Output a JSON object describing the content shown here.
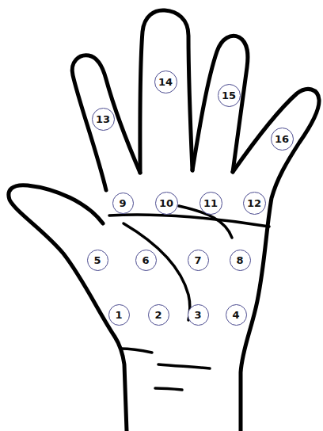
{
  "diagram": {
    "nodes": [
      {
        "text": [
          "14"
        ]
      },
      {
        "text": [
          "15"
        ]
      },
      {
        "text": [
          "13"
        ]
      },
      {
        "text": [
          "16"
        ]
      },
      {
        "text": [
          "9"
        ]
      },
      {
        "text": [
          "10"
        ]
      },
      {
        "text": [
          "11"
        ]
      },
      {
        "text": [
          "12"
        ]
      },
      {
        "text": [
          "5"
        ]
      },
      {
        "text": [
          "6"
        ]
      },
      {
        "text": [
          "7"
        ]
      },
      {
        "text": [
          "8"
        ]
      },
      {
        "text": [
          "1"
        ]
      },
      {
        "text": [
          "2"
        ]
      },
      {
        "text": [
          "3"
        ]
      },
      {
        "text": [
          "4"
        ]
      }
    ]
  }
}
